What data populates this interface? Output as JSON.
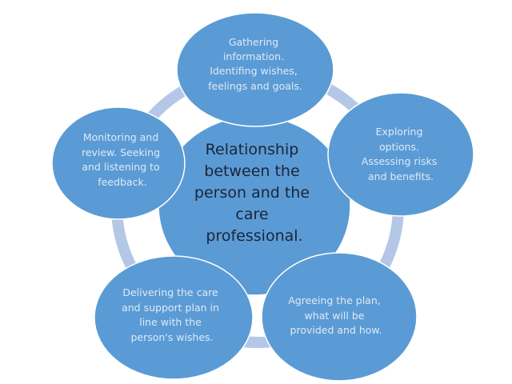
{
  "diagram": {
    "type": "cycle",
    "colors": {
      "node_fill": "#5b9bd5",
      "node_stroke": "#ffffff",
      "ring": "#b4c7e7",
      "node_text": "#ddeaf7",
      "center_text": "#1a2538"
    },
    "center": {
      "label": "Relationship between the person and the care professional.",
      "lines": [
        "Relationship",
        "between the",
        "person and the",
        "care",
        "professional."
      ]
    },
    "nodes": [
      {
        "id": "gathering",
        "label": "Gathering information. Identifing wishes, feelings and goals.",
        "lines": [
          "Gathering",
          "information.",
          "Identifing wishes,",
          "feelings and goals."
        ]
      },
      {
        "id": "exploring",
        "label": "Exploring options. Assessing risks and benefits.",
        "lines": [
          "Exploring",
          "options.",
          "Assessing risks",
          "and benefits."
        ]
      },
      {
        "id": "agreeing",
        "label": "Agreeing the plan, what will be provided and how.",
        "lines": [
          "Agreeing the plan,",
          "what will be",
          "provided and how."
        ]
      },
      {
        "id": "delivering",
        "label": "Delivering the care and support plan in line with the person's wishes.",
        "lines": [
          "Delivering the care",
          "and support plan in",
          "line with the",
          "person's wishes."
        ]
      },
      {
        "id": "monitoring",
        "label": "Monitoring and review. Seeking and listening to feedback.",
        "lines": [
          "Monitoring and",
          "review. Seeking",
          "and listening to",
          "feedback."
        ]
      }
    ]
  }
}
